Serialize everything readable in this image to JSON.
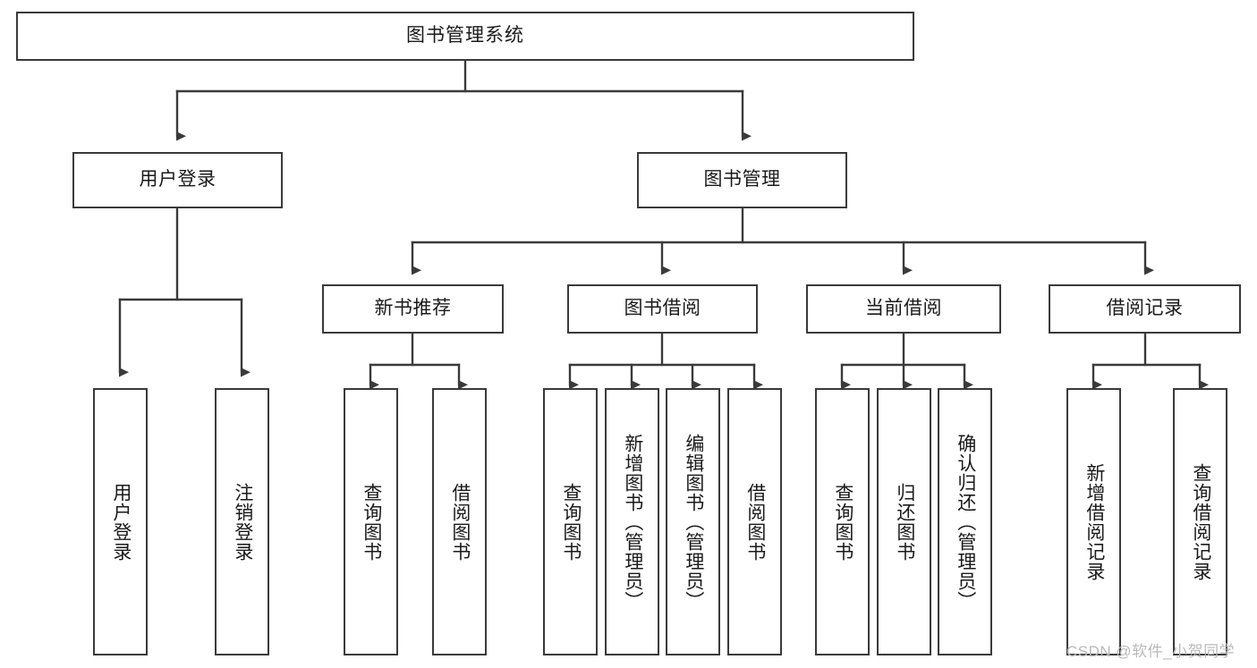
{
  "diagram": {
    "type": "tree-hierarchy-chart",
    "title": "图书管理系统",
    "stroke_color": "#3a3a3a",
    "fill_color": "#ffffff",
    "text_color": "#1a1a1a",
    "levels": 4
  },
  "nodes": {
    "root": {
      "label": "图书管理系统"
    },
    "level2": [
      {
        "id": "user-login",
        "label": "用户登录"
      },
      {
        "id": "book-manage",
        "label": "图书管理"
      }
    ],
    "level3": [
      {
        "id": "new-book-recommend",
        "label": "新书推荐"
      },
      {
        "id": "book-borrow",
        "label": "图书借阅"
      },
      {
        "id": "current-borrow",
        "label": "当前借阅"
      },
      {
        "id": "borrow-record",
        "label": "借阅记录"
      }
    ],
    "leaves": {
      "user_login": [
        {
          "id": "leaf-user-login",
          "label": "用户登录"
        },
        {
          "id": "leaf-user-logout",
          "label": "注销登录"
        }
      ],
      "new_book_recommend": [
        {
          "id": "leaf-query-book-1",
          "label": "查询图书"
        },
        {
          "id": "leaf-borrow-book-1",
          "label": "借阅图书"
        }
      ],
      "book_borrow": [
        {
          "id": "leaf-query-book-2",
          "label": "查询图书"
        },
        {
          "id": "leaf-add-book",
          "label": "新增图书（管理员）"
        },
        {
          "id": "leaf-edit-book",
          "label": "编辑图书（管理员）"
        },
        {
          "id": "leaf-borrow-book-2",
          "label": "借阅图书"
        }
      ],
      "current_borrow": [
        {
          "id": "leaf-query-book-3",
          "label": "查询图书"
        },
        {
          "id": "leaf-return-book",
          "label": "归还图书"
        },
        {
          "id": "leaf-confirm-return",
          "label": "确认归还（管理员）"
        }
      ],
      "borrow_record": [
        {
          "id": "leaf-add-record",
          "label": "新增借阅记录"
        },
        {
          "id": "leaf-query-record",
          "label": "查询借阅记录"
        }
      ]
    }
  },
  "watermark": {
    "text": "CSDN @软件_小贺同学"
  }
}
